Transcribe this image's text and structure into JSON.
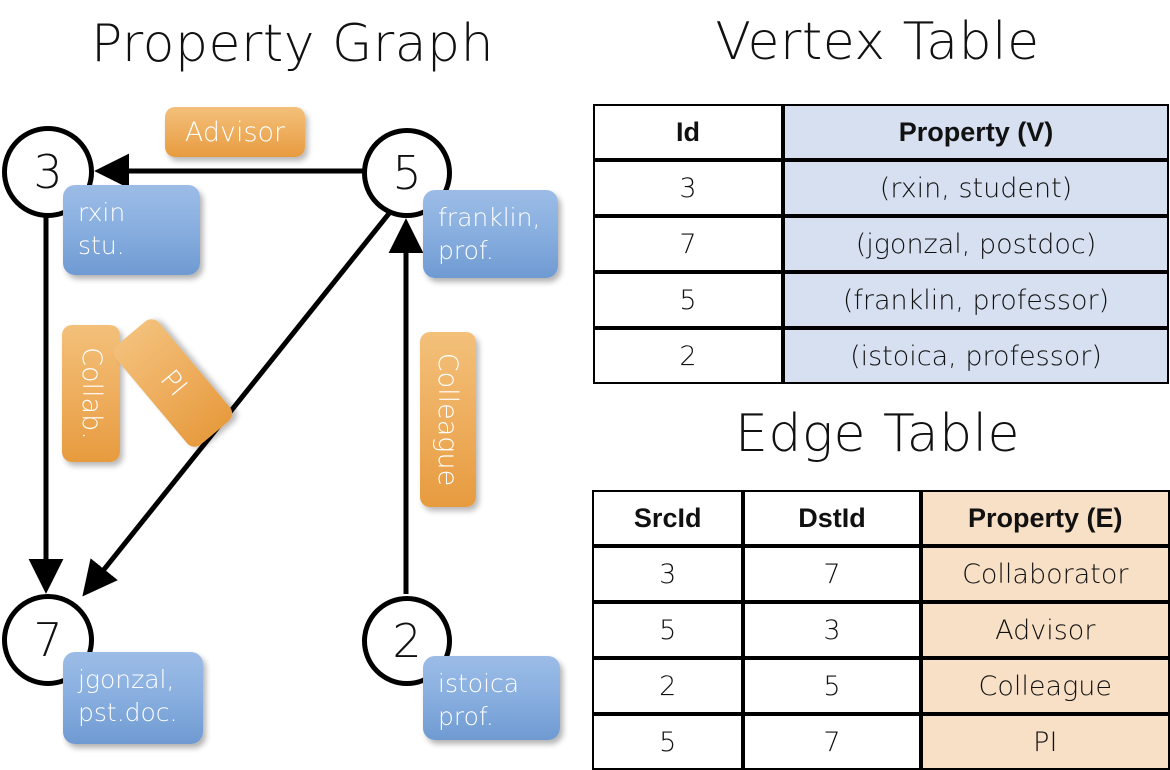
{
  "titles": {
    "property_graph": "Property Graph",
    "vertex_table": "Vertex Table",
    "edge_table": "Edge Table"
  },
  "graph": {
    "nodes": [
      {
        "id": "3",
        "box_line1": "rxin",
        "box_line2": "stu."
      },
      {
        "id": "5",
        "box_line1": "franklin,",
        "box_line2": "prof."
      },
      {
        "id": "7",
        "box_line1": "jgonzal,",
        "box_line2": "pst.doc."
      },
      {
        "id": "2",
        "box_line1": "istoica",
        "box_line2": "prof."
      }
    ],
    "edge_labels": {
      "advisor": "Advisor",
      "collab": "Collab.",
      "pi": "PI",
      "colleague": "Colleague"
    }
  },
  "vertex_table": {
    "headers": [
      "Id",
      "Property (V)"
    ],
    "rows": [
      {
        "id": "3",
        "property": "(rxin, student)"
      },
      {
        "id": "7",
        "property": "(jgonzal, postdoc)"
      },
      {
        "id": "5",
        "property": "(franklin, professor)"
      },
      {
        "id": "2",
        "property": "(istoica, professor)"
      }
    ],
    "header_fill": "#d6e0f1"
  },
  "edge_table": {
    "headers": [
      "SrcId",
      "DstId",
      "Property (E)"
    ],
    "rows": [
      {
        "src": "3",
        "dst": "7",
        "property": "Collaborator"
      },
      {
        "src": "5",
        "dst": "3",
        "property": "Advisor"
      },
      {
        "src": "2",
        "dst": "5",
        "property": "Colleague"
      },
      {
        "src": "5",
        "dst": "7",
        "property": "PI"
      }
    ],
    "header_fill": "#f8e0c6"
  },
  "colors": {
    "vertex_blue": "#d6e0f1",
    "edge_orange": "#f8e0c6",
    "node_box_blue": "#8ab0e0",
    "edge_label_orange": "#eeae5e",
    "stroke": "#000000"
  }
}
